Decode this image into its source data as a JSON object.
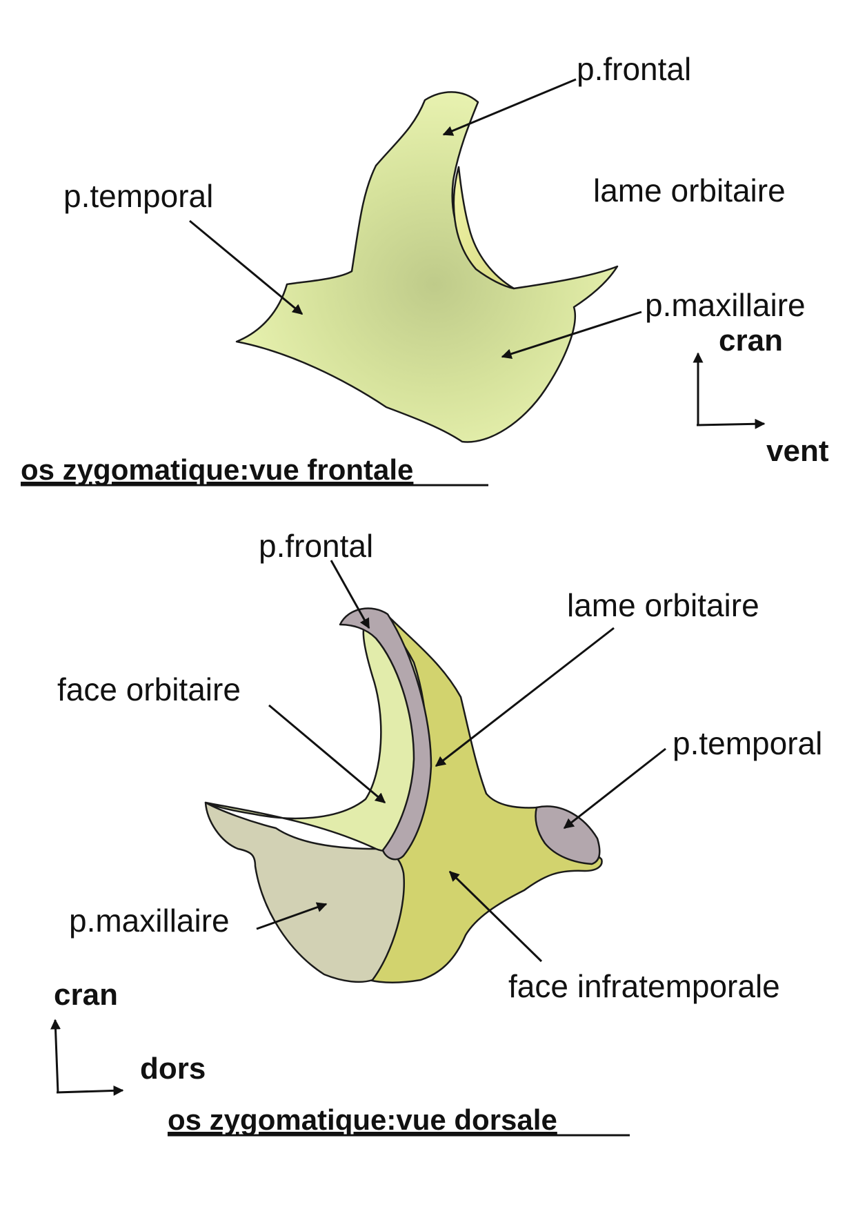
{
  "frontal_view": {
    "title": "os zygomatique:vue frontale",
    "labels": {
      "p_frontal": "p.frontal",
      "p_temporal": "p.temporal",
      "lame_orbitaire": "lame orbitaire",
      "p_maxillaire": "p.maxillaire"
    },
    "orientation": {
      "up": "cran",
      "right": "vent"
    }
  },
  "dorsal_view": {
    "title": "os zygomatique:vue dorsale",
    "labels": {
      "p_frontal": "p.frontal",
      "lame_orbitaire": "lame orbitaire",
      "face_orbitaire": "face orbitaire",
      "p_temporal": "p.temporal",
      "p_maxillaire": "p.maxillaire",
      "face_infratemporale": "face infratemporale"
    },
    "orientation": {
      "up": "cran",
      "right": "dors"
    }
  },
  "colors": {
    "bone_light": "#e8f2b0",
    "bone_shade": "#bfcb8a",
    "orbital_face": "#e2ecab",
    "infratemporal_face": "#d2d36e",
    "cut_surface": "#b3a7ad",
    "maxillary_surface": "#d2d1b4"
  }
}
